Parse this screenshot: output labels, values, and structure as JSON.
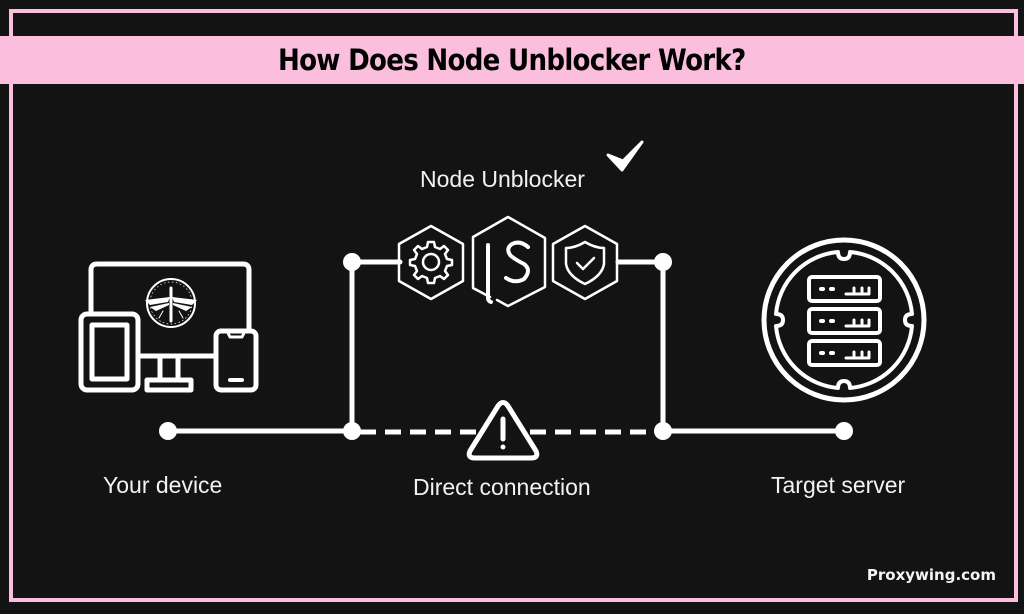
{
  "title": "How Does Node Unblocker Work?",
  "labels": {
    "proxy": "Node Unblocker",
    "device": "Your device",
    "direct": "Direct connection",
    "server": "Target server"
  },
  "watermark": "Proxywing.com",
  "icons": {
    "device": "devices-icon",
    "logo": "dragonfly-logo-icon",
    "check": "checkmark-icon",
    "gear": "gear-hexagon-icon",
    "js": "nodejs-hexagon-icon",
    "shield": "shield-check-hexagon-icon",
    "warning": "warning-triangle-icon",
    "server": "server-rack-icon"
  },
  "colors": {
    "accent": "#fbbedd",
    "background": "#131313",
    "foreground": "#ffffff"
  }
}
